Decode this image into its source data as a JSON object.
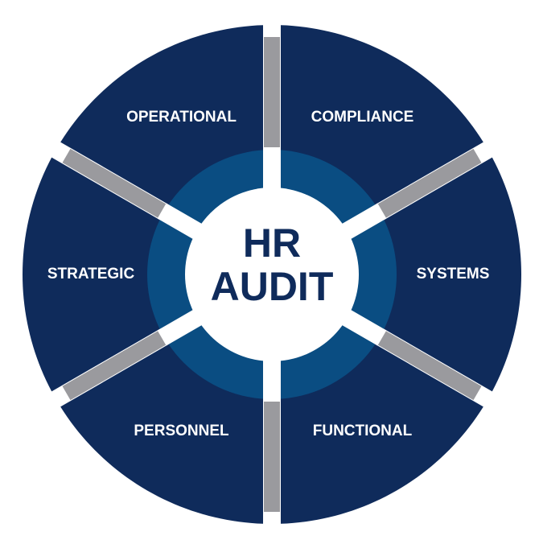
{
  "center": {
    "line1": "HR",
    "line2": "AUDIT"
  },
  "segments": [
    {
      "key": "compliance",
      "label": "COMPLIANCE"
    },
    {
      "key": "systems",
      "label": "SYSTEMS"
    },
    {
      "key": "functional",
      "label": "FUNCTIONAL"
    },
    {
      "key": "personnel",
      "label": "PERSONNEL"
    },
    {
      "key": "strategic",
      "label": "STRATEGIC"
    },
    {
      "key": "operational",
      "label": "OPERATIONAL"
    }
  ],
  "colors": {
    "segment": "#0f2b5b",
    "inner_ring": "#0a4d82",
    "divider": "#9a9a9e",
    "center_fill": "#ffffff",
    "center_text": "#0f2b5b",
    "label_text": "#ffffff"
  }
}
